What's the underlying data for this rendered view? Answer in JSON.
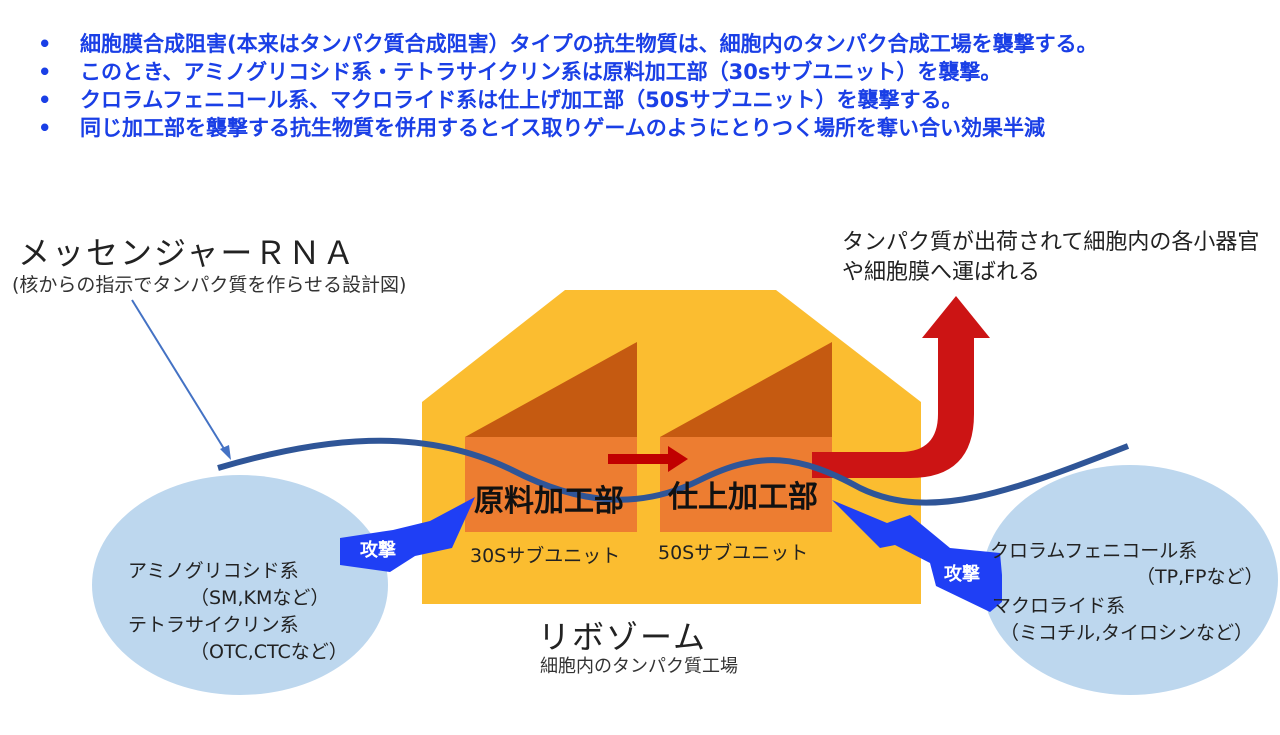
{
  "bullets": [
    "細胞膜合成阻害(本来はタンパク質合成阻害）タイプの抗生物質は、細胞内のタンパク合成工場を襲撃する。",
    "このとき、アミノグリコシド系・テトラサイクリン系は原料加工部（30sサブユニット）を襲撃。",
    "クロラムフェニコール系、マクロライド系は仕上げ加工部（50Sサブユニット）を襲撃する。",
    "同じ加工部を襲撃する抗生物質を併用するとイス取りゲームのようにとりつく場所を奪い合い効果半減"
  ],
  "bullet_mark": "•",
  "mrna": {
    "title": "メッセンジャーＲＮＡ",
    "subtitle": "(核からの指示でタンパク質を作らせる設計図)"
  },
  "protein_note": "タンパク質が出荷されて細胞内の各小器官や細胞膜へ運ばれる",
  "ribosome": {
    "title": "リボゾーム",
    "subtitle": "細胞内のタンパク質工場"
  },
  "units": {
    "raw": {
      "label": "原料加工部",
      "sub": "30Sサブユニット"
    },
    "finish": {
      "label": "仕上加工部",
      "sub": "50Sサブユニット"
    }
  },
  "left_group": {
    "line1": "アミノグリコシド系",
    "line2": "（SM,KMなど）",
    "line3": "テトラサイクリン系",
    "line4": "（OTC,CTCなど）",
    "attack": "攻撃"
  },
  "right_group": {
    "line1": "クロラムフェニコール系",
    "line2": "（TP,FPなど）",
    "line3": "マクロライド系",
    "line4": "（ミコチル,タイロシンなど）",
    "attack": "攻撃"
  },
  "colors": {
    "bullet_text": "#1a3fe6",
    "factory": "#fbbd30",
    "unit_box": "#ed7d31",
    "roof": "#c55a11",
    "mrna_line": "#2f5597",
    "arrow_red": "#c00000",
    "ellipse": "#bdd7ee",
    "bolt": "#1f3ff5"
  }
}
